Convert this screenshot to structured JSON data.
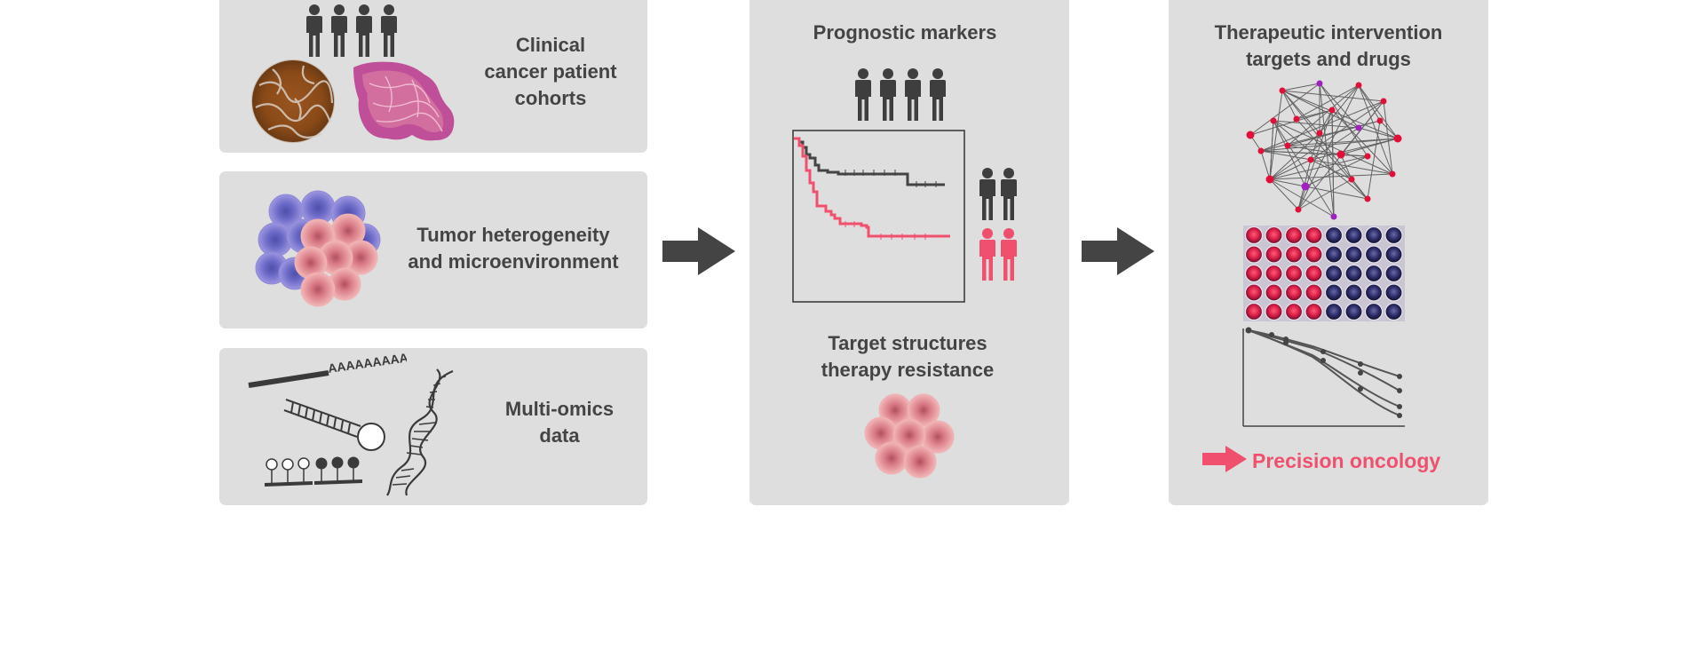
{
  "left_panels": [
    {
      "label_lines": [
        "Clinical",
        "cancer patient",
        "cohorts"
      ]
    },
    {
      "label_lines": [
        "Tumor heterogeneity",
        "and microenvironment"
      ]
    },
    {
      "label_lines": [
        "Multi-omics",
        "data"
      ],
      "sequence_text": "AAAAAAAAA"
    }
  ],
  "middle_panel": {
    "top_title": "Prognostic markers",
    "bottom_title_lines": [
      "Target structures",
      "therapy resistance"
    ]
  },
  "right_panel": {
    "title_lines": [
      "Therapeutic intervention",
      "targets and drugs"
    ],
    "conclusion": "Precision oncology"
  },
  "colors": {
    "panel_bg": "#dedede",
    "text": "#444444",
    "icon_dark": "#3e3e3e",
    "accent_pink": "#f0506e",
    "arrow": "#444444"
  },
  "icons": [
    "people-icon",
    "tissue-stain-icon",
    "tissue-section-icon",
    "tumor-cells-icon",
    "mrna-icon",
    "microrna-icon",
    "methylation-icon",
    "dna-helix-icon",
    "survival-curve-icon",
    "network-icon",
    "well-plate-icon",
    "dose-response-icon",
    "arrow-icon"
  ]
}
